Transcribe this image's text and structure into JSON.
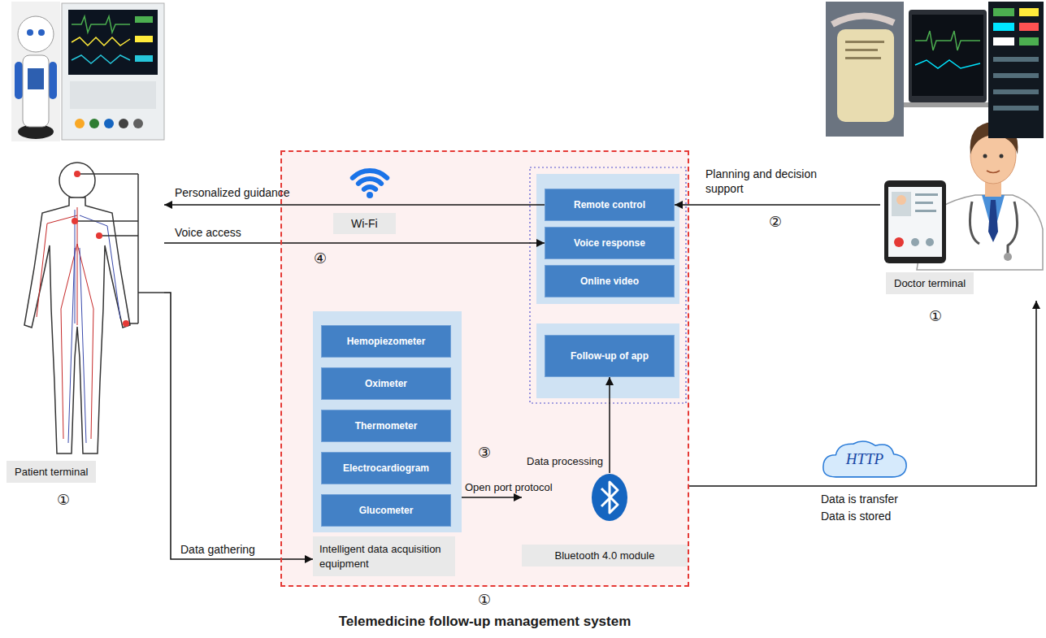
{
  "diagram": {
    "nodes": [
      {
        "text": [
          "Patient terminal"
        ]
      },
      {
        "text": [
          "Telemedicine follow-up management system"
        ]
      },
      {
        "text": [
          "Wi-Fi"
        ],
        "in": 1
      },
      {
        "text": [
          "Remote control"
        ],
        "in": 1
      },
      {
        "text": [
          "Voice response"
        ],
        "in": 1
      },
      {
        "text": [
          "Online video"
        ],
        "in": 1
      },
      {
        "text": [
          "Follow-up of app"
        ],
        "in": 1
      },
      {
        "text": [
          "Intelligent data acquisition equipment"
        ],
        "in": 1
      },
      {
        "text": [
          "Hemopiezometer"
        ],
        "in": 7
      },
      {
        "text": [
          "Oximeter"
        ],
        "in": 7
      },
      {
        "text": [
          "Thermometer"
        ],
        "in": 7
      },
      {
        "text": [
          "Electrocardiogram"
        ],
        "in": 7
      },
      {
        "text": [
          "Glucometer"
        ],
        "in": 7
      },
      {
        "text": [
          "Bluetooth 4.0 module"
        ],
        "in": 1
      },
      {
        "text": [
          "Doctor terminal"
        ]
      },
      {
        "text": [
          "HTTP"
        ]
      }
    ],
    "edges": [
      {
        "from": 3,
        "to": 0,
        "arrow": "to",
        "label": "Personalized guidance"
      },
      {
        "from": 0,
        "to": 4,
        "arrow": "to",
        "label": "Voice access"
      },
      {
        "from": 14,
        "to": 3,
        "arrow": "to",
        "label": "Planning and decision support"
      },
      {
        "from": 0,
        "to": 7,
        "arrow": "to",
        "label": "Data gathering"
      },
      {
        "from": 7,
        "to": 13,
        "arrow": "to",
        "label": "Open port protocol"
      },
      {
        "from": 13,
        "to": 6,
        "arrow": "to",
        "label": "Data processing"
      },
      {
        "from": 1,
        "to": 14,
        "arrow": "to"
      }
    ],
    "labels": [
      "①",
      "②",
      "④",
      "③",
      "①",
      "Data is transfer",
      "Data is stored",
      "①"
    ]
  }
}
